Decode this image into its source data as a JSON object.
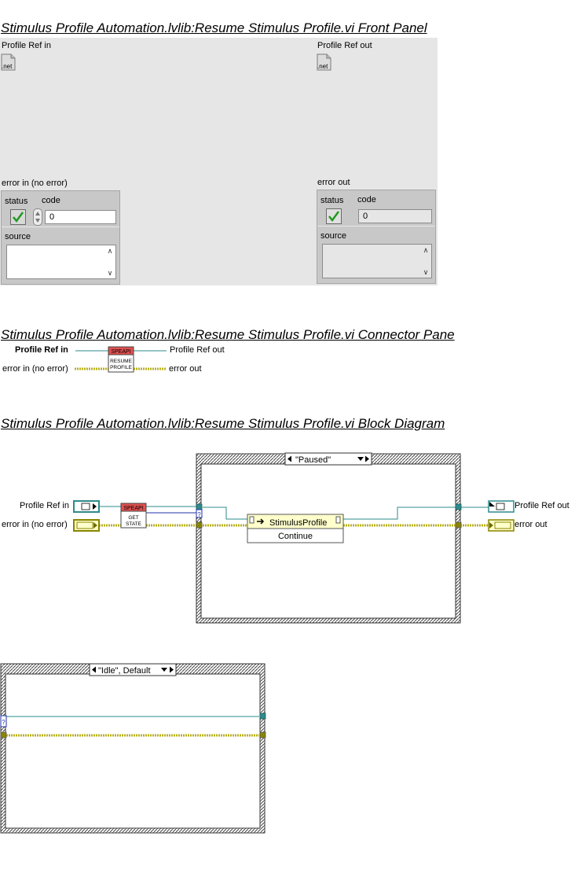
{
  "front_panel": {
    "title": "Stimulus Profile Automation.lvlib:Resume Stimulus Profile.vi Front Panel",
    "profile_ref_in_label": "Profile Ref in",
    "profile_ref_out_label": "Profile Ref out",
    "net_icon_text": ".net",
    "error_in": {
      "label": "error in (no error)",
      "status_label": "status",
      "code_label": "code",
      "code_value": "0",
      "source_label": "source"
    },
    "error_out": {
      "label": "error out",
      "status_label": "status",
      "code_label": "code",
      "code_value": "0",
      "source_label": "source"
    }
  },
  "connector_pane": {
    "title": "Stimulus Profile Automation.lvlib:Resume Stimulus Profile.vi Connector Pane",
    "left_top": "Profile Ref in",
    "left_bottom": "error in (no error)",
    "right_top": "Profile Ref out",
    "right_bottom": "error out",
    "icon_header": "SPEAPI",
    "icon_line1": "RESUME",
    "icon_line2": "PROFILE"
  },
  "block_diagram": {
    "title": "Stimulus Profile Automation.lvlib:Resume Stimulus Profile.vi Block Diagram",
    "profile_ref_in": "Profile Ref in",
    "error_in": "error in (no error)",
    "profile_ref_out": "Profile Ref out",
    "error_out": "error out",
    "get_state_header": "SPEAPI",
    "get_state_line1": "GET",
    "get_state_line2": "STATE",
    "case1_selector": "\"Paused\"",
    "invoke_class": "StimulusProfile",
    "invoke_method": "Continue",
    "case2_selector": "\"Idle\", Default",
    "selector_terminal": "?"
  },
  "colors": {
    "panel_bg": "#e6e6e6",
    "refnum_wire": "#2e8b8b",
    "error_wire": "#b8b020",
    "error_wire_dark": "#6e6a00",
    "enum_wire": "#2233aa",
    "subvi_header": "#e05050",
    "check_green": "#1f9a1f"
  }
}
